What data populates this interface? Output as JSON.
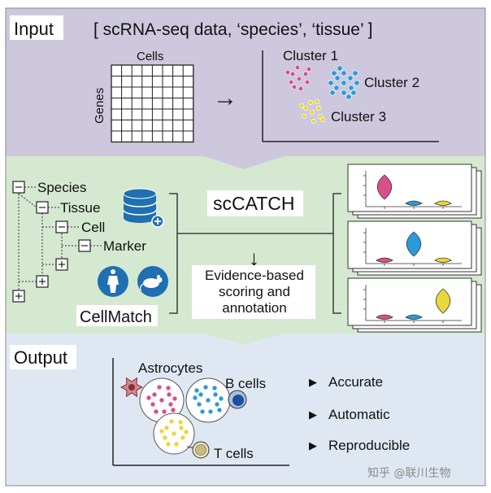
{
  "input": {
    "title": "Input",
    "data_line": "[ scRNA-seq data, ‘species’, ‘tissue’ ]",
    "matrix_cols_label": "Cells",
    "matrix_rows_label": "Genes",
    "clusters": [
      {
        "label": "Cluster 1",
        "color": "#d94f8c"
      },
      {
        "label": "Cluster 2",
        "color": "#2a9bd8"
      },
      {
        "label": "Cluster 3",
        "color": "#e8d83a"
      }
    ]
  },
  "middle": {
    "tree": [
      "Species",
      "Tissue",
      "Cell",
      "Marker"
    ],
    "database_label": "CellMatch",
    "tool_name": "scCATCH",
    "step_lines": [
      "Evidence-based",
      "scoring and",
      "annotation"
    ]
  },
  "output": {
    "title": "Output",
    "cell_types": [
      "Astrocytes",
      "B cells",
      "T cells"
    ],
    "features": [
      "Accurate",
      "Automatic",
      "Reproducible"
    ]
  },
  "watermark": "知乎 @联川生物",
  "colors": {
    "input_bg": "#cdc8dd",
    "middle_bg": "#d5e9d0",
    "output_bg": "#dfe8f2",
    "pink": "#d94f8c",
    "blue": "#2a9bd8",
    "yellow": "#e8d83a",
    "db_blue": "#1f6fb2"
  }
}
